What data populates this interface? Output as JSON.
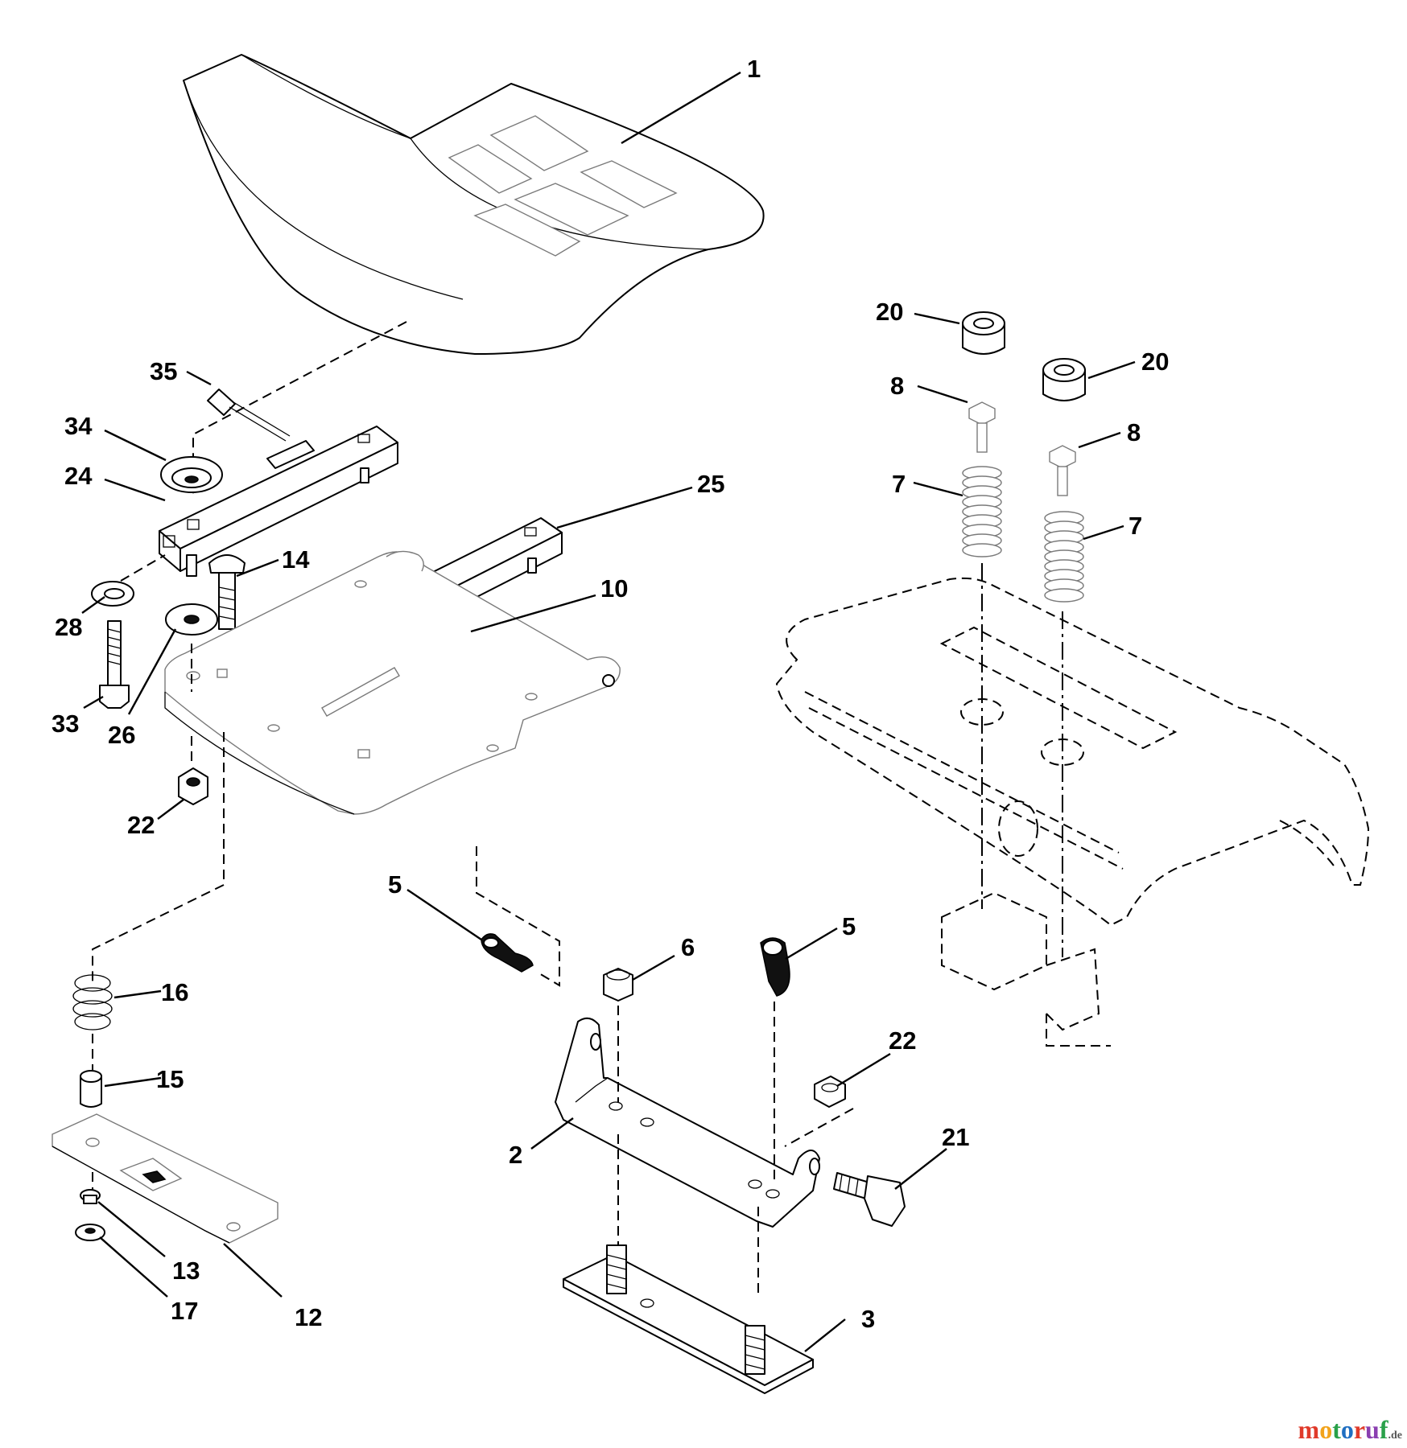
{
  "labels": [
    {
      "id": "1",
      "text": "1"
    },
    {
      "id": "20a",
      "text": "20"
    },
    {
      "id": "20b",
      "text": "20"
    },
    {
      "id": "35",
      "text": "35"
    },
    {
      "id": "8a",
      "text": "8"
    },
    {
      "id": "8b",
      "text": "8"
    },
    {
      "id": "34",
      "text": "34"
    },
    {
      "id": "24",
      "text": "24"
    },
    {
      "id": "7a",
      "text": "7"
    },
    {
      "id": "7b",
      "text": "7"
    },
    {
      "id": "25",
      "text": "25"
    },
    {
      "id": "14",
      "text": "14"
    },
    {
      "id": "10",
      "text": "10"
    },
    {
      "id": "28",
      "text": "28"
    },
    {
      "id": "33",
      "text": "33"
    },
    {
      "id": "26",
      "text": "26"
    },
    {
      "id": "22a",
      "text": "22"
    },
    {
      "id": "5a",
      "text": "5"
    },
    {
      "id": "6",
      "text": "6"
    },
    {
      "id": "5b",
      "text": "5"
    },
    {
      "id": "16",
      "text": "16"
    },
    {
      "id": "22b",
      "text": "22"
    },
    {
      "id": "15",
      "text": "15"
    },
    {
      "id": "21",
      "text": "21"
    },
    {
      "id": "2",
      "text": "2"
    },
    {
      "id": "13",
      "text": "13"
    },
    {
      "id": "17",
      "text": "17"
    },
    {
      "id": "12",
      "text": "12"
    },
    {
      "id": "3",
      "text": "3"
    }
  ],
  "watermark": {
    "letters": [
      "m",
      "o",
      "t",
      "o",
      "r",
      "u",
      "f"
    ],
    "letter_colors": [
      "#e03a2a",
      "#f2a31b",
      "#2aa14a",
      "#1f6fc1",
      "#e03a2a",
      "#8b3fb0",
      "#2aa14a"
    ],
    "suffix": ".de"
  }
}
